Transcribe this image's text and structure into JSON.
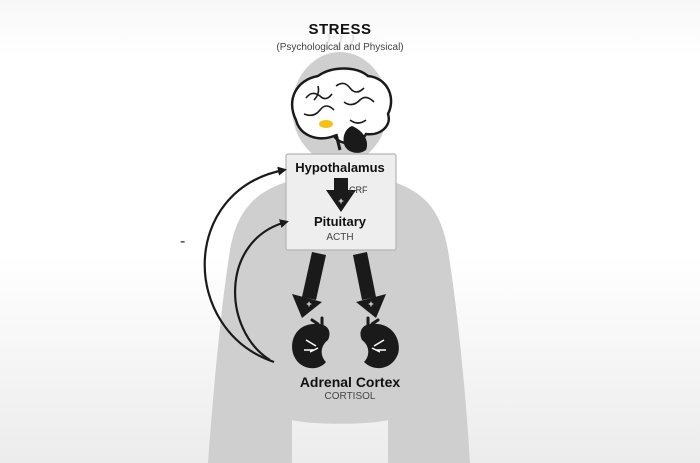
{
  "diagram": {
    "stressor": {
      "title": "STRESS",
      "subtitle": "(Psychological and Physical)"
    },
    "nodes": {
      "hypothalamus": {
        "label": "Hypothalamus",
        "hormone": "CRF"
      },
      "pituitary": {
        "label": "Pituitary",
        "hormone": "ACTH"
      },
      "adrenal_cortex": {
        "label": "Adrenal Cortex",
        "hormone": "CORTISOL"
      }
    },
    "signs": {
      "positive": "+",
      "negative_feedback": "-"
    },
    "colors": {
      "body_silhouette": "#cfcfcf",
      "arrow": "#1a1a1a",
      "hypothalamus_highlight": "#f2c316",
      "label_box_border": "#b5b5b5"
    }
  }
}
